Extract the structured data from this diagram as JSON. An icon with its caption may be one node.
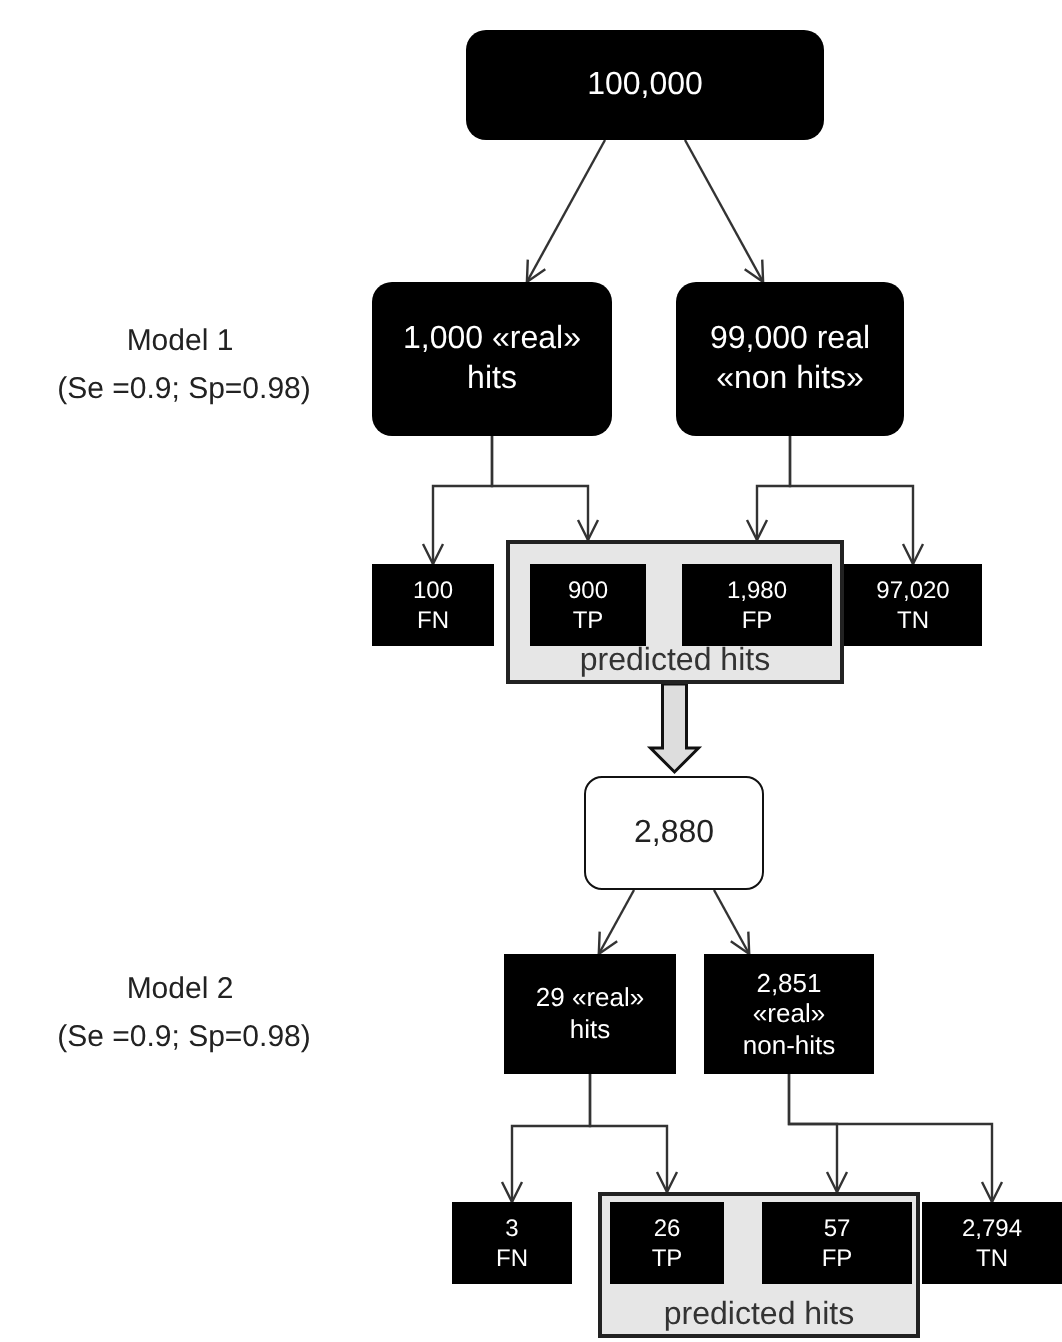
{
  "diagram": {
    "nodes": [
      {
        "text": [
          "100,000"
        ]
      },
      {
        "text": [
          "1,000 «real» hits"
        ]
      },
      {
        "text": [
          "99,000 real «non hits»"
        ]
      },
      {
        "text": [
          "100",
          "FN"
        ]
      },
      {
        "text": [
          "predicted hits"
        ]
      },
      {
        "text": [
          "900",
          "TP"
        ],
        "in": 4
      },
      {
        "text": [
          "1,980",
          "FP"
        ],
        "in": 4
      },
      {
        "text": [
          "97,020",
          "TN"
        ]
      },
      {
        "text": [
          "2,880"
        ]
      },
      {
        "text": [
          "29 «real» hits"
        ]
      },
      {
        "text": [
          "2,851 «real» non-hits"
        ]
      },
      {
        "text": [
          "3",
          "FN"
        ]
      },
      {
        "text": [
          "predicted hits"
        ]
      },
      {
        "text": [
          "26",
          "TP"
        ],
        "in": 12
      },
      {
        "text": [
          "57",
          "FP"
        ],
        "in": 12
      },
      {
        "text": [
          "2,794",
          "TN"
        ]
      }
    ],
    "edges": [
      {
        "from": 0,
        "to": 1,
        "arrow": "to"
      },
      {
        "from": 0,
        "to": 2,
        "arrow": "to"
      },
      {
        "from": 1,
        "to": 3,
        "arrow": "to"
      },
      {
        "from": 1,
        "to": 5,
        "arrow": "to"
      },
      {
        "from": 2,
        "to": 6,
        "arrow": "to"
      },
      {
        "from": 2,
        "to": 7,
        "arrow": "to"
      },
      {
        "from": 4,
        "to": 8,
        "arrow": "to",
        "style": "thick"
      },
      {
        "from": 8,
        "to": 9,
        "arrow": "to"
      },
      {
        "from": 8,
        "to": 10,
        "arrow": "to"
      },
      {
        "from": 9,
        "to": 11,
        "arrow": "to"
      },
      {
        "from": 9,
        "to": 13,
        "arrow": "to"
      },
      {
        "from": 10,
        "to": 14,
        "arrow": "to"
      },
      {
        "from": 10,
        "to": 15,
        "arrow": "to"
      }
    ],
    "labels": [
      "Model 1",
      "(Se =0.9; Sp=0.98)",
      "Model 2",
      "(Se =0.9; Sp=0.98)"
    ]
  }
}
